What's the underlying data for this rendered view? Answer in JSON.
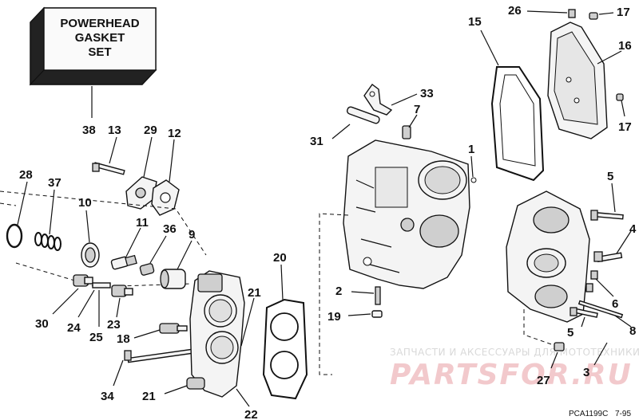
{
  "kit_box": {
    "line1": "POWERHEAD",
    "line2": "GASKET",
    "line3": "SET"
  },
  "callouts": {
    "c38": "38",
    "c13": "13",
    "c29": "29",
    "c12": "12",
    "c28": "28",
    "c37": "37",
    "c10": "10",
    "c11": "11",
    "c36": "36",
    "c9": "9",
    "c30": "30",
    "c24": "24",
    "c25": "25",
    "c23": "23",
    "c18": "18",
    "c34": "34",
    "c21a": "21",
    "c21b": "21",
    "c22": "22",
    "c20": "20",
    "c31": "31",
    "c33": "33",
    "c7": "7",
    "c1": "1",
    "c2": "2",
    "c19": "19",
    "c15": "15",
    "c26": "26",
    "c17a": "17",
    "c16": "16",
    "c17b": "17",
    "c5a": "5",
    "c4": "4",
    "c6": "6",
    "c8": "8",
    "c5b": "5",
    "c27": "27",
    "c3": "3"
  },
  "watermark": {
    "line1": "ЗАПЧАСТИ И АКСЕССУАРЫ ДЛЯ МОТОТЕХНИКИ",
    "line2": "PARTSFOR.RU"
  },
  "footer": {
    "code": "PCA1199C",
    "date": "7-95"
  }
}
